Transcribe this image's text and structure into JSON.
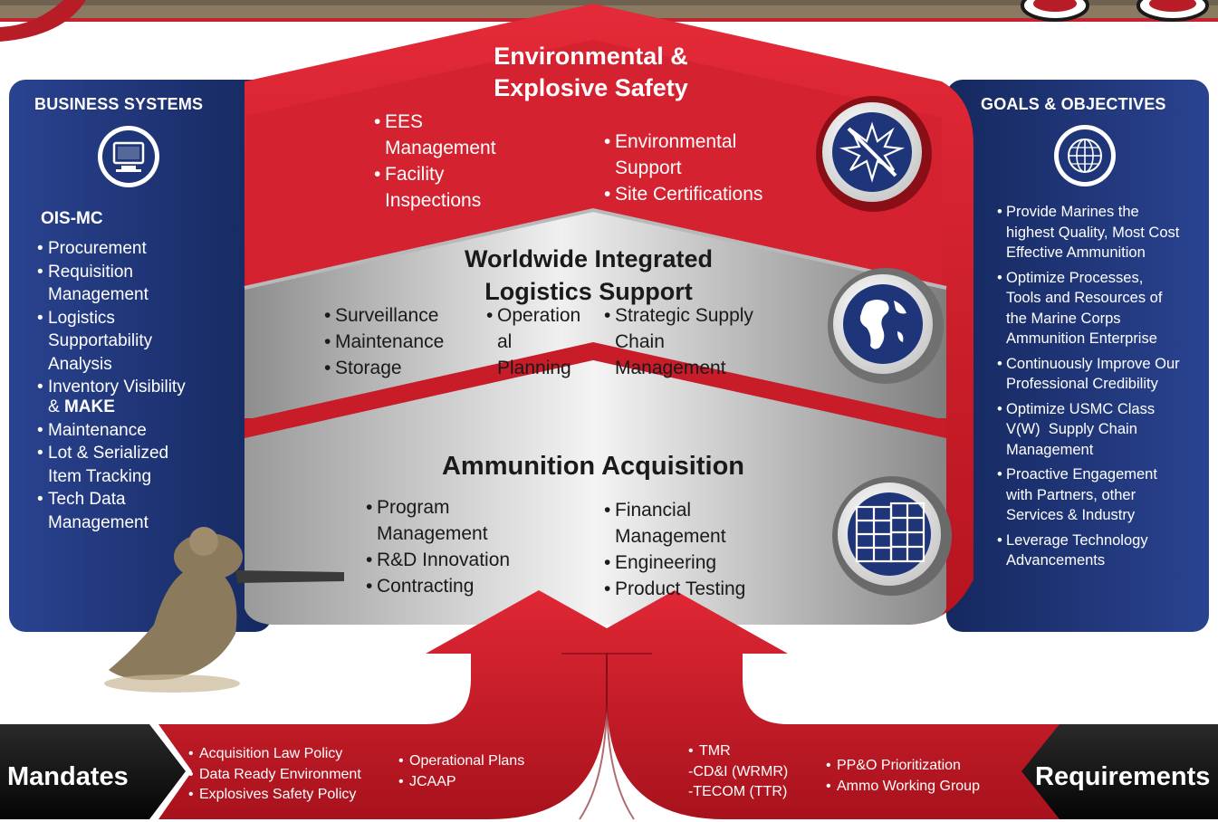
{
  "colors": {
    "red": "#d1202f",
    "dark_red": "#8e1018",
    "navy": "#1e3579",
    "gray": "#a9a9a9",
    "black": "#121212"
  },
  "business_systems": {
    "title": "BUSINESS SYSTEMS",
    "icon": "computer-monitor-icon",
    "subtitle": "OIS-MC",
    "items": [
      "Procurement",
      "Requisition",
      "Management",
      "Logistics",
      "Supportability",
      "Analysis",
      "Inventory Visibility"
    ],
    "make_prefix": "& ",
    "make_label": "MAKE",
    "items2": [
      "Maintenance",
      "Lot & Serialized",
      "Item Tracking",
      "Tech Data",
      "Management"
    ]
  },
  "goals": {
    "title": "GOALS & OBJECTIVES",
    "icon": "crosshair-globe-icon",
    "items": [
      [
        "Provide Marines the",
        "highest Quality, Most Cost",
        "Effective Ammunition"
      ],
      [
        "Optimize Processes,",
        "Tools and Resources of",
        "the Marine Corps",
        "Ammunition Enterprise"
      ],
      [
        "Continuously Improve Our",
        "Professional Credibility"
      ],
      [
        "Optimize USMC Class",
        "V(W)  Supply Chain",
        "Management"
      ],
      [
        "Proactive Engagement",
        "with Partners, other",
        "Services & Industry"
      ],
      [
        "Leverage Technology",
        "Advancements"
      ]
    ]
  },
  "environmental": {
    "title_line1": "Environmental &",
    "title_line2": "Explosive Safety",
    "icon": "explosion-prohibited-icon",
    "col1": [
      "EES",
      "Management",
      "Facility",
      "Inspections"
    ],
    "col2": [
      "Environmental",
      "Support",
      "Site Certifications"
    ]
  },
  "logistics": {
    "title_line1": "Worldwide Integrated",
    "title_line2": "Logistics Support",
    "icon": "globe-icon",
    "col1": [
      "Surveillance",
      "Maintenance",
      "Storage"
    ],
    "col2": [
      "Operation",
      "al",
      "Planning"
    ],
    "col3": [
      "Strategic Supply",
      "Chain",
      "Management"
    ]
  },
  "acquisition": {
    "title": "Ammunition Acquisition",
    "icon": "ammo-crates-icon",
    "col1": [
      "Program",
      "Management",
      "R&D Innovation",
      "Contracting"
    ],
    "col2": [
      "Financial",
      "Management",
      "Engineering",
      "Product Testing"
    ]
  },
  "mandates": {
    "label": "Mandates",
    "col1": [
      "Acquisition Law Policy",
      "Data Ready Environment",
      "Explosives Safety Policy"
    ],
    "col2": [
      "Operational Plans",
      "JCAAP"
    ]
  },
  "requirements": {
    "label": "Requirements",
    "col1": [
      "TMR",
      "-CD&I (WRMR)",
      "-TECOM (TTR)"
    ],
    "col2": [
      "PP&O Prioritization",
      "Ammo Working Group"
    ]
  }
}
